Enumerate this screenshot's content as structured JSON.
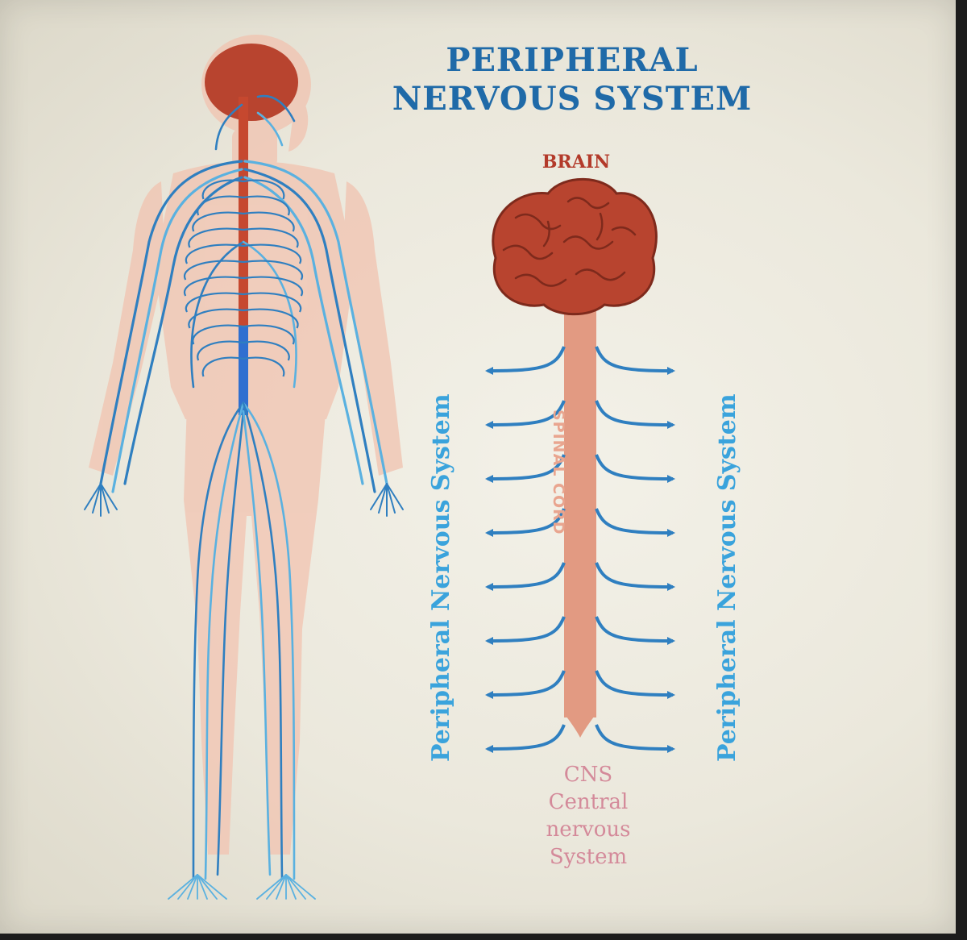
{
  "title": {
    "line1": "PERIPHERAL",
    "line2": "NERVOUS SYSTEM"
  },
  "labels": {
    "brain": "BRAIN",
    "spinal_cord": "SPINAL CORD",
    "pns_left": "Peripheral Nervous System",
    "pns_right": "Peripheral Nervous System",
    "cns": [
      "CNS",
      "Central",
      "nervous",
      "System"
    ]
  },
  "colors": {
    "title": "#1f6aa8",
    "nerve": "#2f7fc0",
    "nerve_light": "#5ab1e0",
    "brain": "#b8442f",
    "spinal_cord": "#e29a82",
    "body_silhouette": "#f1c3b0",
    "pns_label": "#3aa3dc",
    "cns_label": "#d48a9a",
    "background": "#ebe8dc"
  },
  "icons": {
    "human_figure": "human-nervous-system-figure",
    "brain": "brain-icon",
    "arrows": "bidirectional-arrow-icon"
  },
  "arrow_pairs": 8
}
